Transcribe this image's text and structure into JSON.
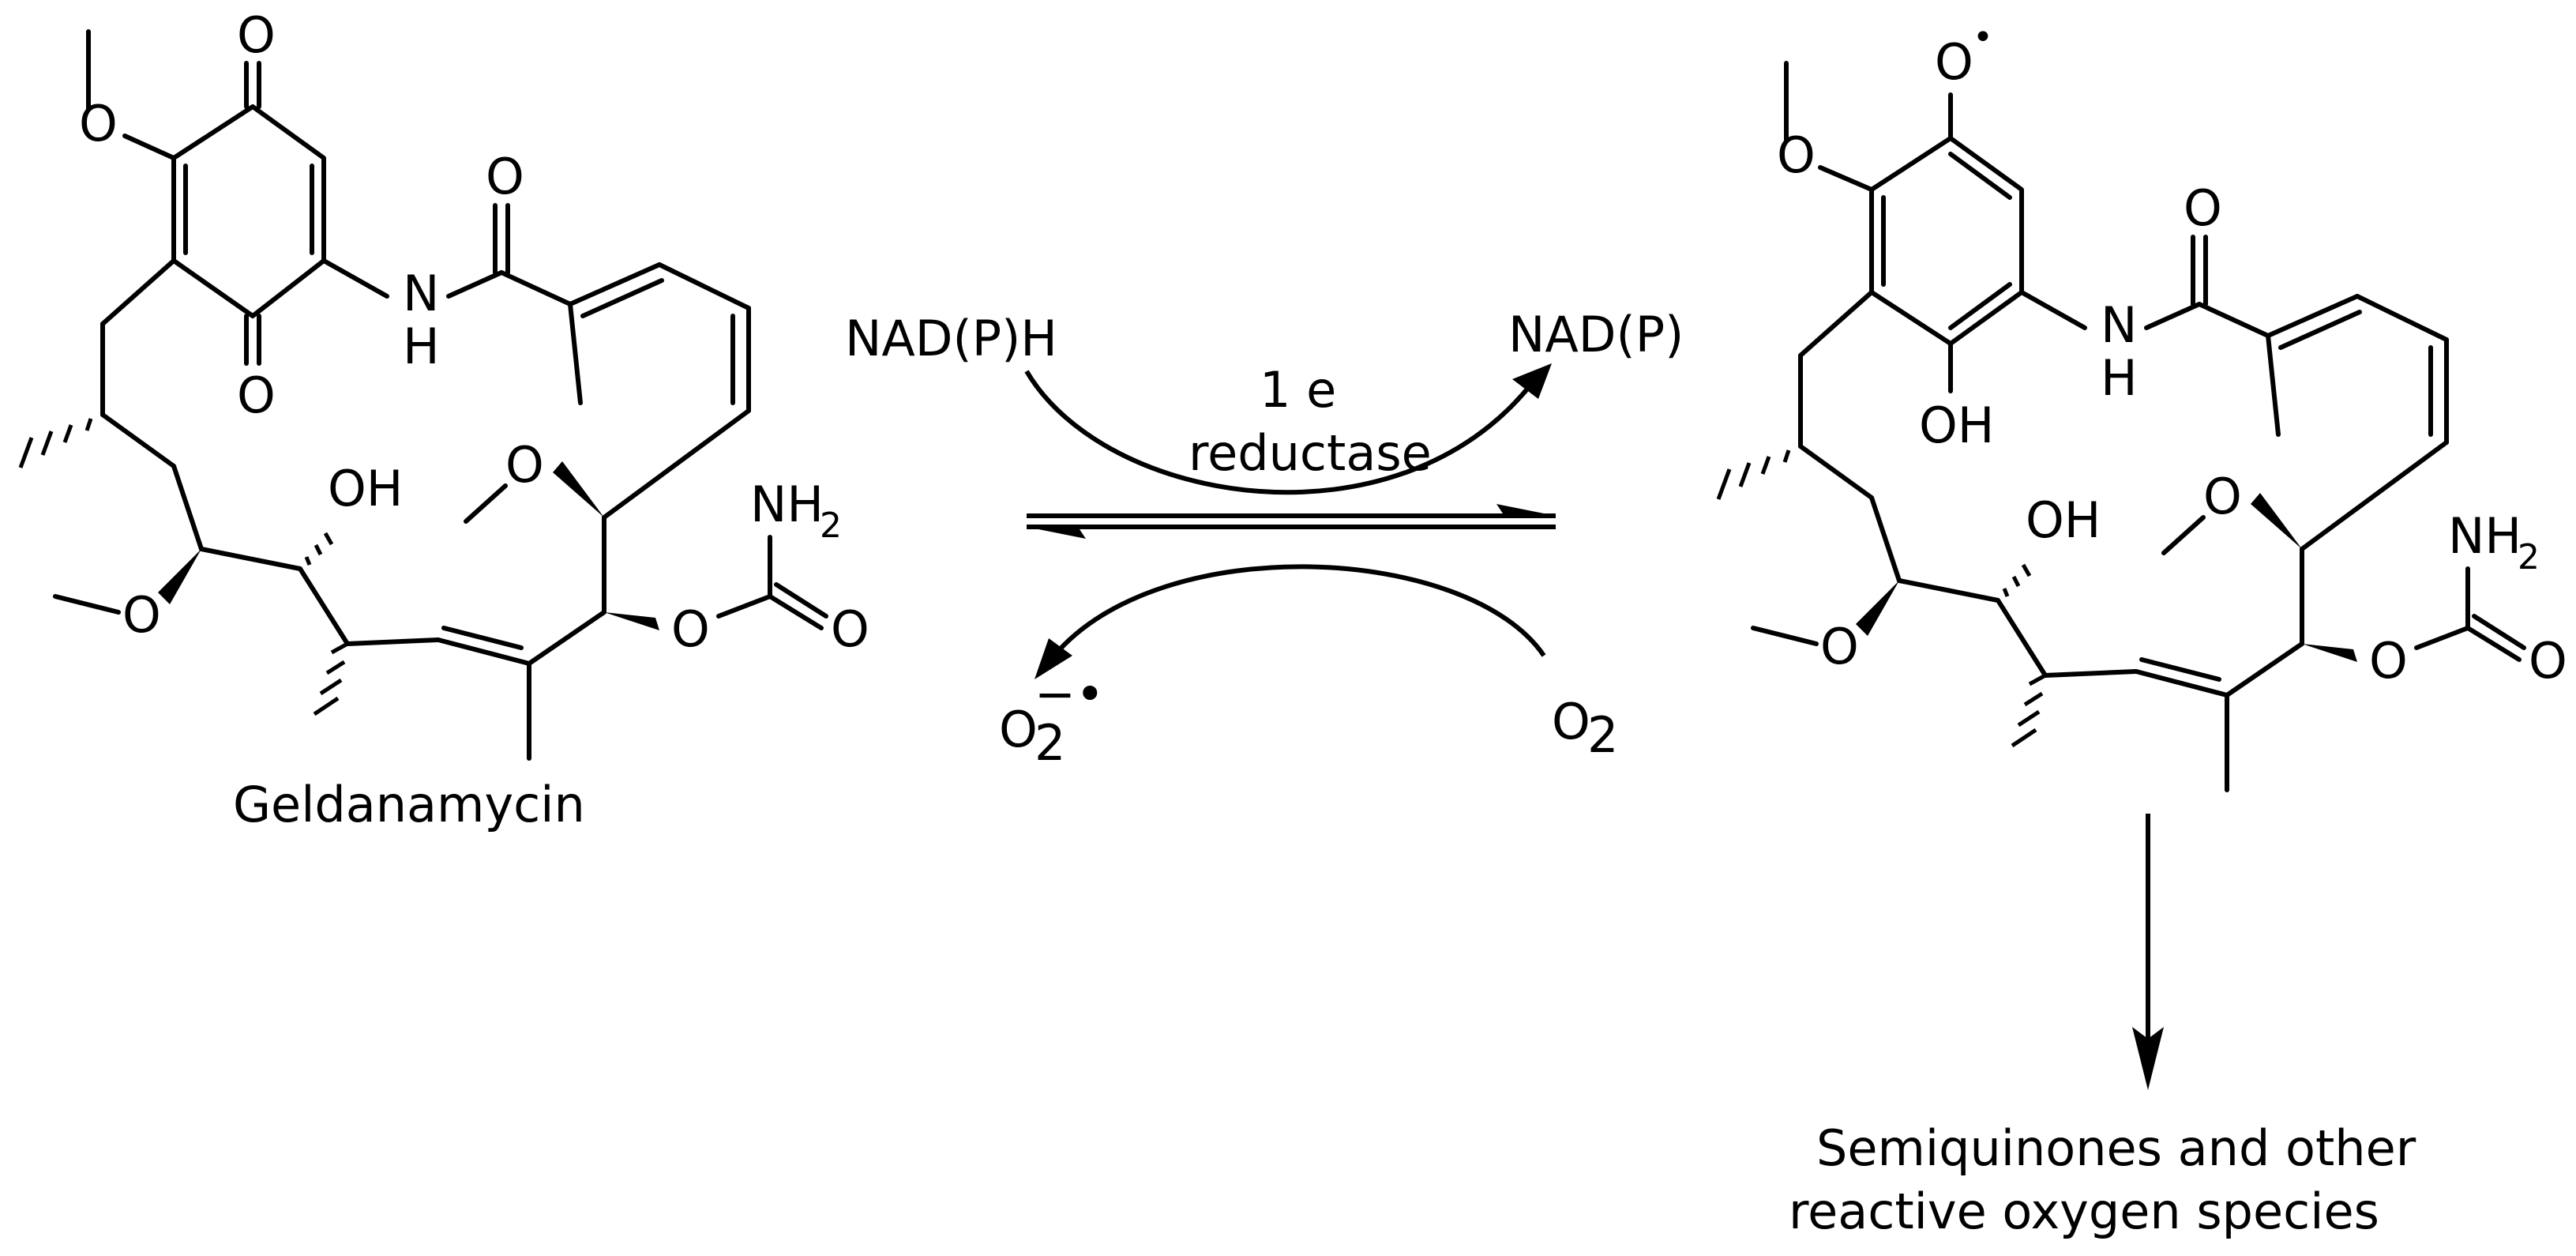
{
  "reactant": {
    "name": "Geldanamycin",
    "atoms": {
      "O": "O",
      "N": "N",
      "H": "H",
      "OH": "OH",
      "NH": "NH",
      "sub2": "2"
    }
  },
  "reaction": {
    "cofactor_in": "NAD(P)H",
    "cofactor_out": "NAD(P)",
    "enzyme_line1": "1 e",
    "enzyme_line2": "reductase",
    "oxygen_in": "O",
    "oxygen_in_sub": "2",
    "superoxide": "O",
    "superoxide_sub": "2",
    "superoxide_sup": "−•"
  },
  "product": {
    "radical_sup": "•",
    "outcome_line1": "Semiquinones and other",
    "outcome_line2": "reactive oxygen species"
  }
}
